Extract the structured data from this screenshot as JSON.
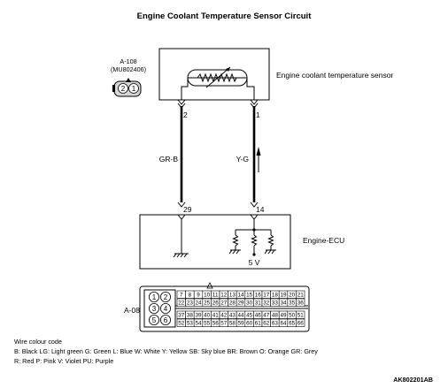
{
  "title": "Engine Coolant Temperature Sensor Circuit",
  "connector_sensor": {
    "id": "A-108",
    "part": "(MU802406)",
    "pin_labels": [
      "2",
      "1"
    ]
  },
  "sensor_label": "Engine coolant temperature sensor",
  "wires": [
    {
      "sensor_pin": "2",
      "color": "GR-B",
      "ecu_pin": "29"
    },
    {
      "sensor_pin": "1",
      "color": "Y-G",
      "ecu_pin": "14"
    }
  ],
  "ecu_label": "Engine-ECU",
  "supply_label": "5 V",
  "connector_ecu": {
    "id": "A-08",
    "left_pins": [
      "1",
      "2",
      "3",
      "4",
      "5",
      "6"
    ],
    "row1": [
      "7",
      "8",
      "9",
      "10",
      "11",
      "12",
      "13",
      "14",
      "15",
      "16",
      "17",
      "18",
      "19",
      "20",
      "21"
    ],
    "row2": [
      "22",
      "23",
      "24",
      "25",
      "26",
      "27",
      "28",
      "29",
      "30",
      "31",
      "32",
      "33",
      "34",
      "35",
      "36"
    ],
    "row3": [
      "37",
      "38",
      "39",
      "40",
      "41",
      "42",
      "43",
      "44",
      "45",
      "46",
      "47",
      "48",
      "49",
      "50",
      "51"
    ],
    "row4": [
      "52",
      "53",
      "54",
      "55",
      "56",
      "57",
      "58",
      "59",
      "60",
      "61",
      "62",
      "63",
      "64",
      "65",
      "66"
    ]
  },
  "legend_title": "Wire colour code",
  "legend_line1": "B: Black  LG: Light green  G: Green  L: Blue  W: White  Y: Yellow  SB: Sky blue  BR: Brown  O: Orange  GR: Grey",
  "legend_line2": "R: Red  P: Pink  V: Violet  PU: Purple",
  "figure_code": "AK802201AB"
}
